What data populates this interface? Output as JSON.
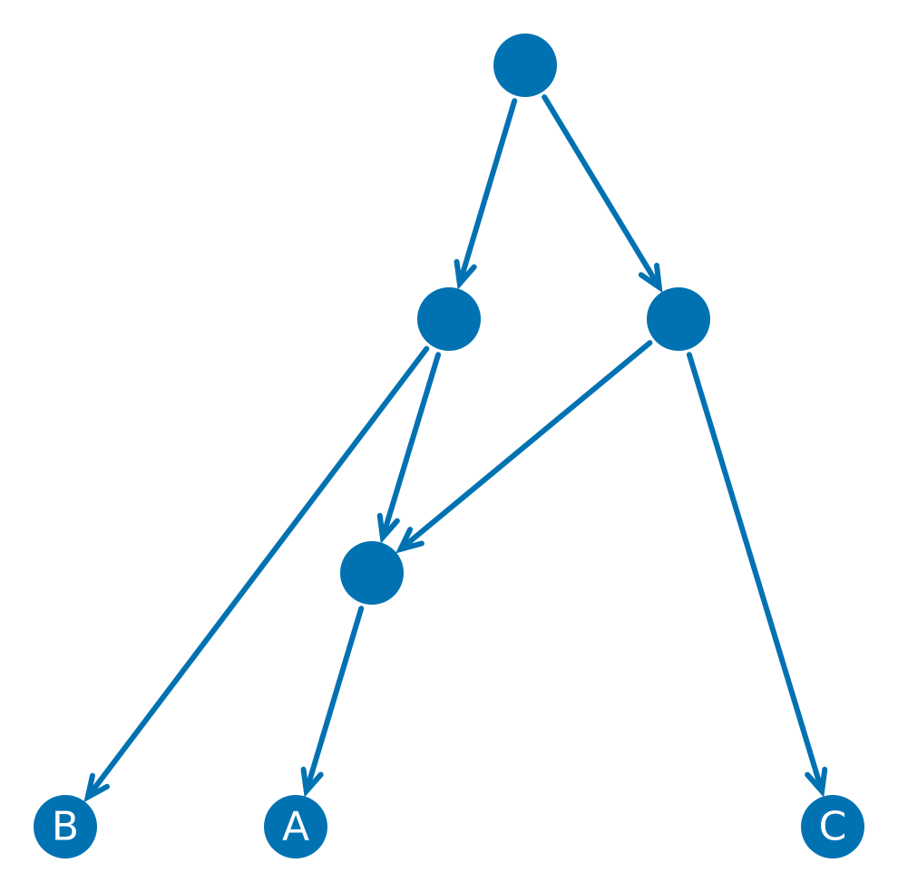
{
  "diagram": {
    "type": "directed-graph",
    "node_color": "#0072B2",
    "edge_color": "#0072B2",
    "label_color": "#ffffff",
    "nodes": [
      {
        "id": "root",
        "label": ""
      },
      {
        "id": "mid-left",
        "label": ""
      },
      {
        "id": "mid-right",
        "label": ""
      },
      {
        "id": "inner",
        "label": ""
      },
      {
        "id": "leaf-b",
        "label": "B"
      },
      {
        "id": "leaf-a",
        "label": "A"
      },
      {
        "id": "leaf-c",
        "label": "C"
      }
    ],
    "edges": [
      {
        "from": "root",
        "to": "mid-left"
      },
      {
        "from": "root",
        "to": "mid-right"
      },
      {
        "from": "mid-left",
        "to": "leaf-b"
      },
      {
        "from": "mid-left",
        "to": "inner"
      },
      {
        "from": "mid-right",
        "to": "inner"
      },
      {
        "from": "mid-right",
        "to": "leaf-c"
      },
      {
        "from": "inner",
        "to": "leaf-a"
      }
    ]
  }
}
